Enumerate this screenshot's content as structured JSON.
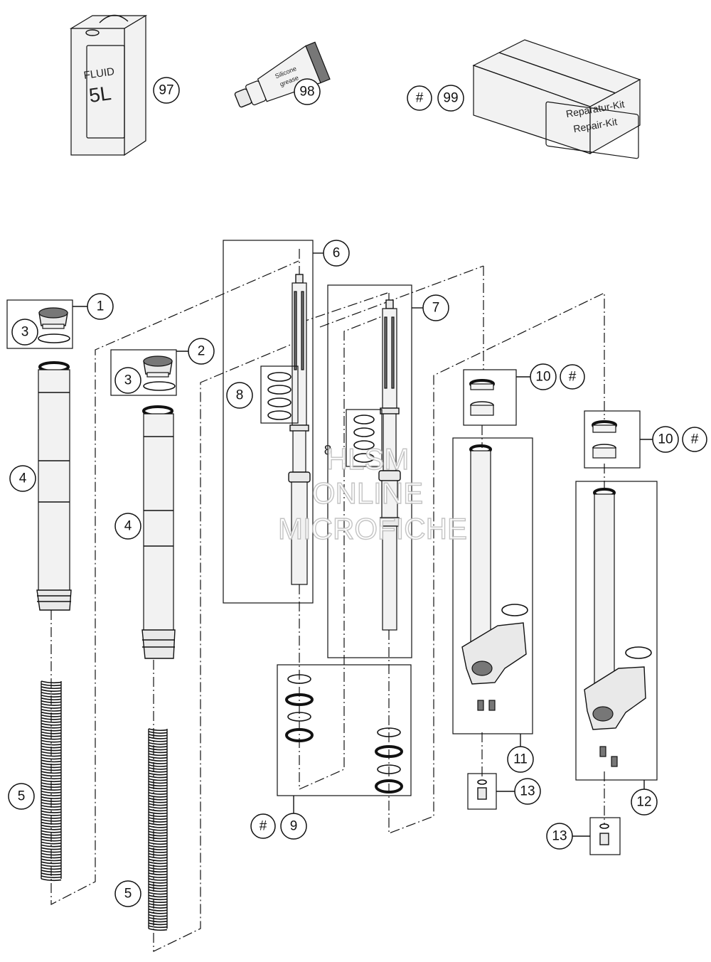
{
  "products": {
    "fluid_can": {
      "line1": "FLUID",
      "line2": "5L"
    },
    "grease_tube": {
      "line1": "Silicone",
      "line2": "grease"
    },
    "repair_kit": {
      "line1": "Reparatur-Kit",
      "line2": "Repair-Kit"
    }
  },
  "callouts": {
    "c97": "97",
    "c98": "98",
    "c99": "99",
    "hash": "#",
    "c1": "1",
    "c2": "2",
    "c3": "3",
    "c4": "4",
    "c5": "5",
    "c6": "6",
    "c7": "7",
    "c8": "8",
    "c9": "9",
    "c10": "10",
    "c11": "11",
    "c12": "12",
    "c13": "13"
  },
  "watermark": {
    "line1": "HLSM",
    "line2": "ONLINE",
    "line3": "MICROFICHE"
  }
}
